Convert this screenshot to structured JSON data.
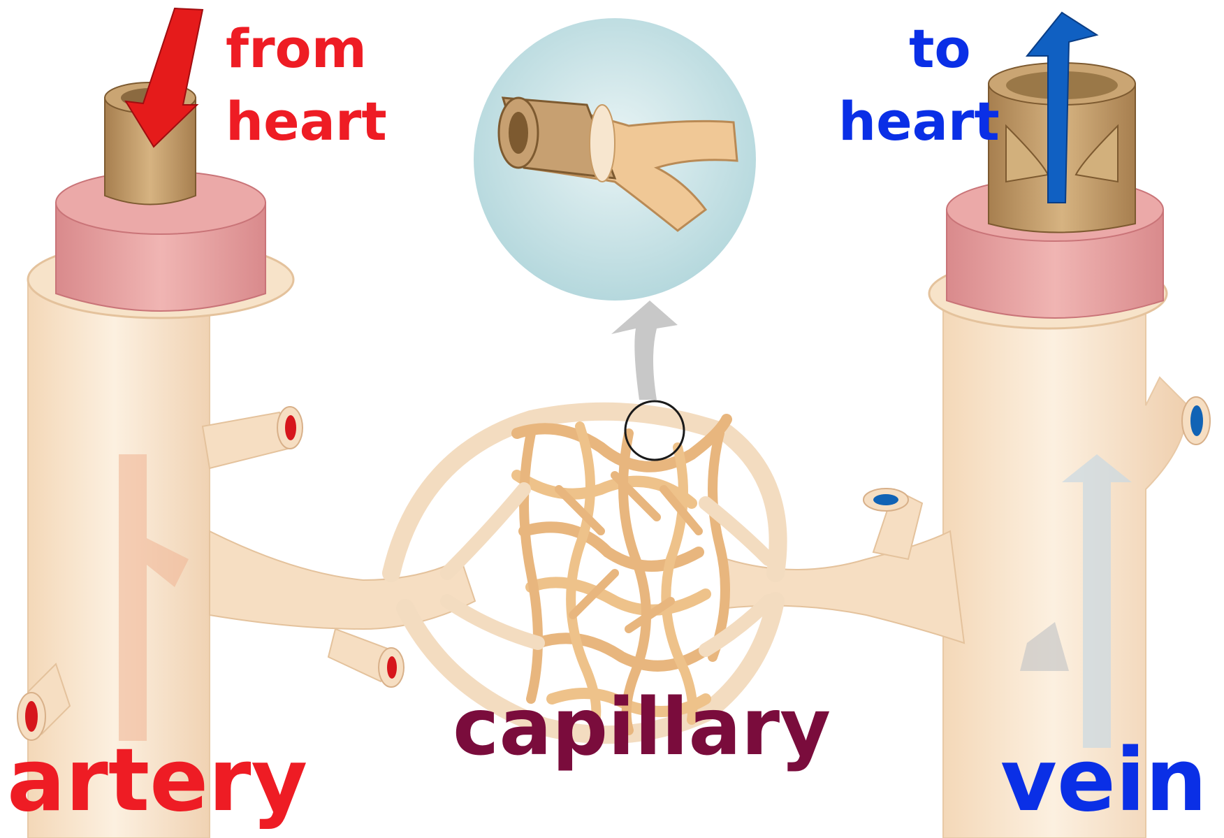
{
  "labels": {
    "from_heart": {
      "line1": "from",
      "line2": "heart"
    },
    "to_heart": {
      "line1": "to",
      "line2": "heart"
    },
    "artery": "artery",
    "capillary": "capillary",
    "vein": "vein"
  },
  "colors": {
    "artery_label": "#ee1c24",
    "vein_label": "#0a2fe6",
    "capillary_label": "#7a0c3c",
    "vessel_outer": "#f8e4cb",
    "vessel_muscle": "#e7a2a3",
    "vessel_inner": "#c49d69",
    "capillary_tube": "#eec28a",
    "arrow_red": "#e51b1b",
    "arrow_blue": "#1060c2",
    "arrow_gray": "#c8c8c8",
    "inset_circle": "#c7e3e7"
  }
}
